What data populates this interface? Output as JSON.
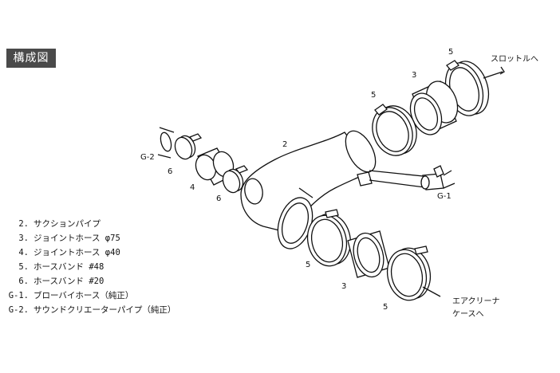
{
  "badge": "構成図",
  "part_labels": {
    "p2": "2",
    "p3_top": "3",
    "p3_bot": "3",
    "p4": "4",
    "p5_top_a": "5",
    "p5_top_b": "5",
    "p5_bot_a": "5",
    "p5_bot_b": "5",
    "p6_a": "6",
    "p6_b": "6",
    "g1": "G-1",
    "g2": "G-2"
  },
  "callouts": {
    "throttle": "スロットルへ",
    "aircleaner_line1": "エアクリーナ",
    "aircleaner_line2": "ケースへ"
  },
  "legend": [
    {
      "code": "2.",
      "text": "サクションパイプ"
    },
    {
      "code": "3.",
      "text": "ジョイントホース φ75"
    },
    {
      "code": "4.",
      "text": "ジョイントホース φ40"
    },
    {
      "code": "5.",
      "text": "ホースバンド #48"
    },
    {
      "code": "6.",
      "text": "ホースバンド #20"
    },
    {
      "code": "G-1.",
      "text": "ブローバイホース（純正）"
    },
    {
      "code": "G-2.",
      "text": "サウンドクリエーターパイプ（純正）"
    }
  ]
}
